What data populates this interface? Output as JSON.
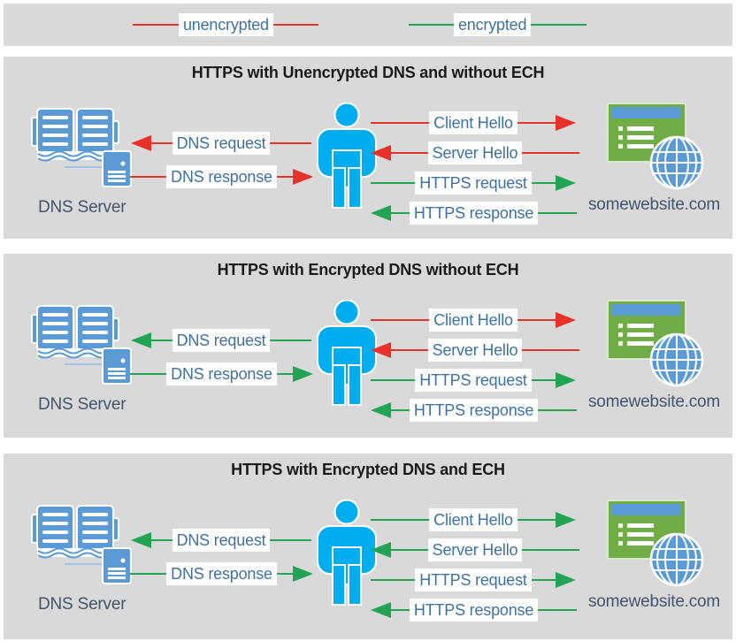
{
  "colors": {
    "unencrypted": "#e8312a",
    "encrypted": "#23a455",
    "panel_bg": "#d9d9d9",
    "person_blue": "#00aeef",
    "icon_blue": "#5b9bd5",
    "site_green": "#70ad47",
    "label_text": "#40719f",
    "caption_text": "#44546a"
  },
  "legend": {
    "items": [
      {
        "label": "unencrypted",
        "color_key": "unencrypted"
      },
      {
        "label": "encrypted",
        "color_key": "encrypted"
      }
    ]
  },
  "panels": [
    {
      "title": "HTTPS with Unencrypted DNS and without ECH",
      "dns_server_label": "DNS Server",
      "website_label": "somewebsite.com",
      "arrows": {
        "dns_request": {
          "label": "DNS request",
          "direction": "left",
          "encrypted": false
        },
        "dns_response": {
          "label": "DNS response",
          "direction": "right",
          "encrypted": false
        },
        "client_hello": {
          "label": "Client Hello",
          "direction": "right",
          "encrypted": false
        },
        "server_hello": {
          "label": "Server Hello",
          "direction": "left",
          "encrypted": false
        },
        "https_request": {
          "label": "HTTPS request",
          "direction": "right",
          "encrypted": true
        },
        "https_response": {
          "label": "HTTPS response",
          "direction": "left",
          "encrypted": true
        }
      }
    },
    {
      "title": "HTTPS with Encrypted DNS without ECH",
      "dns_server_label": "DNS Server",
      "website_label": "somewebsite.com",
      "arrows": {
        "dns_request": {
          "label": "DNS request",
          "direction": "left",
          "encrypted": true
        },
        "dns_response": {
          "label": "DNS response",
          "direction": "right",
          "encrypted": true
        },
        "client_hello": {
          "label": "Client Hello",
          "direction": "right",
          "encrypted": false
        },
        "server_hello": {
          "label": "Server Hello",
          "direction": "left",
          "encrypted": false
        },
        "https_request": {
          "label": "HTTPS request",
          "direction": "right",
          "encrypted": true
        },
        "https_response": {
          "label": "HTTPS response",
          "direction": "left",
          "encrypted": true
        }
      }
    },
    {
      "title": "HTTPS with Encrypted DNS and ECH",
      "dns_server_label": "DNS Server",
      "website_label": "somewebsite.com",
      "arrows": {
        "dns_request": {
          "label": "DNS request",
          "direction": "left",
          "encrypted": true
        },
        "dns_response": {
          "label": "DNS response",
          "direction": "right",
          "encrypted": true
        },
        "client_hello": {
          "label": "Client Hello",
          "direction": "right",
          "encrypted": true
        },
        "server_hello": {
          "label": "Server Hello",
          "direction": "left",
          "encrypted": true
        },
        "https_request": {
          "label": "HTTPS request",
          "direction": "right",
          "encrypted": true
        },
        "https_response": {
          "label": "HTTPS response",
          "direction": "left",
          "encrypted": true
        }
      }
    }
  ]
}
